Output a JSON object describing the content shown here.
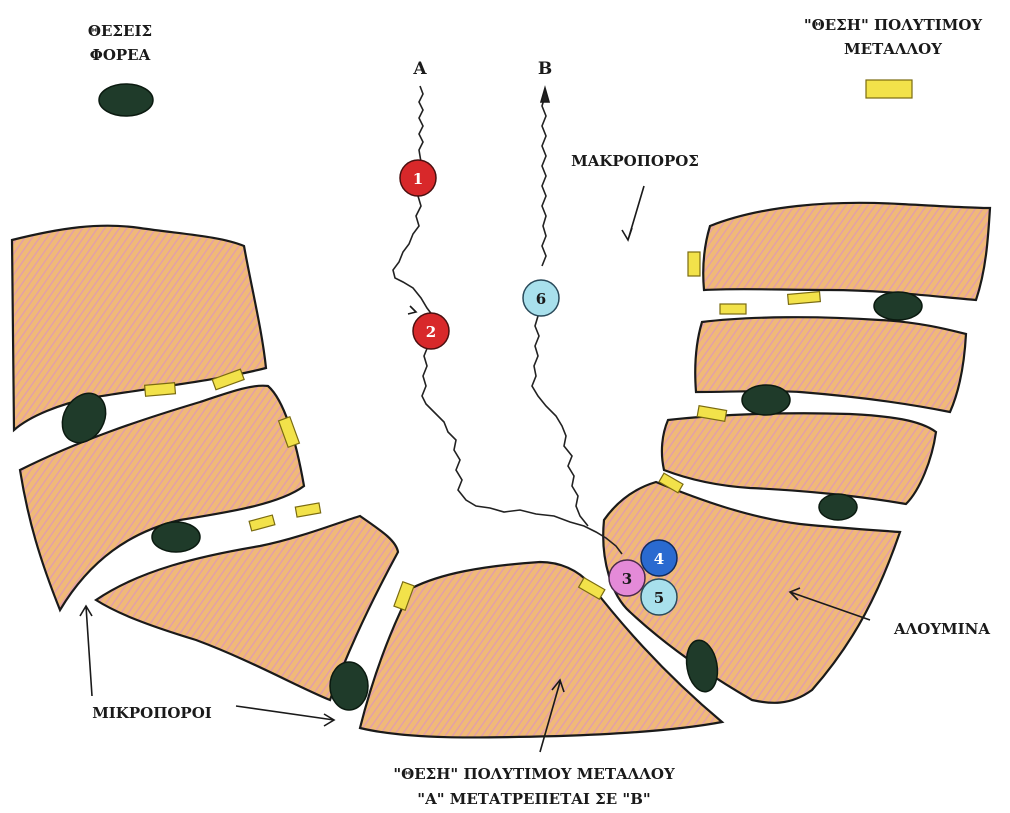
{
  "labels": {
    "carrier_sites": [
      "ΘΕΣΕΙΣ",
      "ΦΟΡΕΑ"
    ],
    "metal_site": [
      "\"ΘΕΣΗ\" ΠΟΛΥΤΙΜΟΥ",
      "ΜΕΤΑΛΛΟΥ"
    ],
    "reactant": "A",
    "product": "B",
    "macropore": "ΜΑΚΡΟΠΟΡΟΣ",
    "alumina": "ΑΛΟΥΜΙΝΑ",
    "micropores": "ΜΙΚΡΟΠΟΡΟΙ",
    "bottom_caption": [
      "\"ΘΕΣΗ\" ΠΟΛΥΤΙΜΟΥ ΜΕΤΑΛΛΟΥ",
      "\"A\" ΜΕΤΑΤΡΕΠΕΤΑΙ ΣΕ \"B\""
    ]
  },
  "steps": [
    {
      "n": "1",
      "color": "#d8282a",
      "text_color": "#ffffff"
    },
    {
      "n": "2",
      "color": "#d8282a",
      "text_color": "#ffffff"
    },
    {
      "n": "3",
      "color": "#e48ad8",
      "text_color": "#1a1a1a"
    },
    {
      "n": "4",
      "color": "#2a6ad0",
      "text_color": "#ffffff"
    },
    {
      "n": "5",
      "color": "#a8e0ec",
      "text_color": "#1a1a1a"
    },
    {
      "n": "6",
      "color": "#a8e0ec",
      "text_color": "#1a1a1a"
    }
  ],
  "colors": {
    "alumina_base": "#f0b978",
    "alumina_hatch": "#e3a0a8",
    "carrier_site": "#1f3b2a",
    "metal_site": "#f2e24a"
  }
}
